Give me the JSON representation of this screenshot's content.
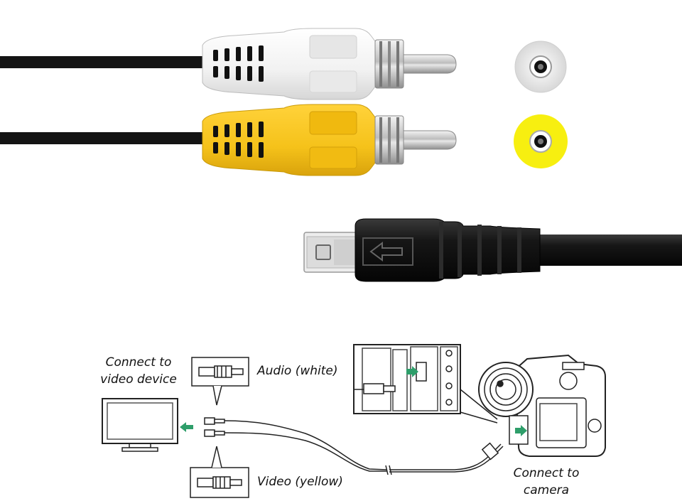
{
  "labels": {
    "connect_video_1": "Connect to",
    "connect_video_2": "video device",
    "audio": "Audio (white)",
    "video": "Video (yellow)",
    "connect_camera_1": "Connect to",
    "connect_camera_2": "camera"
  },
  "colors": {
    "cable": "#141414",
    "white_plug": "#f2f2f2",
    "yellow_plug": "#f5c21a",
    "metal": "#c9c9c9",
    "arrow_green": "#2e9e6a",
    "line_art": "#222222"
  },
  "icons": [
    "tv-icon",
    "camera-icon",
    "arrow-left-icon",
    "arrow-right-icon",
    "rca-plug-icon"
  ]
}
